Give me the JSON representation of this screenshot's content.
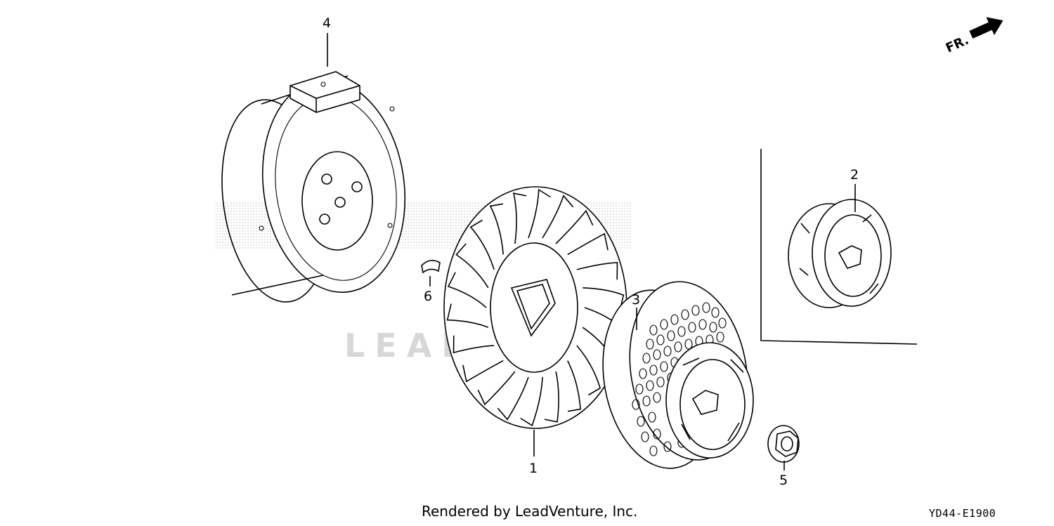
{
  "diagram": {
    "callouts": [
      {
        "id": "1",
        "label": "1"
      },
      {
        "id": "2",
        "label": "2"
      },
      {
        "id": "3",
        "label": "3"
      },
      {
        "id": "4",
        "label": "4"
      },
      {
        "id": "5",
        "label": "5"
      },
      {
        "id": "6",
        "label": "6"
      }
    ],
    "direction_marker": "FR.",
    "watermark_text": "LEADVENTURE"
  },
  "footer": {
    "credit": "Rendered by LeadVenture, Inc.",
    "diagram_code": "YD44-E1900"
  },
  "colors": {
    "line": "#000000",
    "watermark": "#d7d7d7",
    "background": "#ffffff"
  }
}
